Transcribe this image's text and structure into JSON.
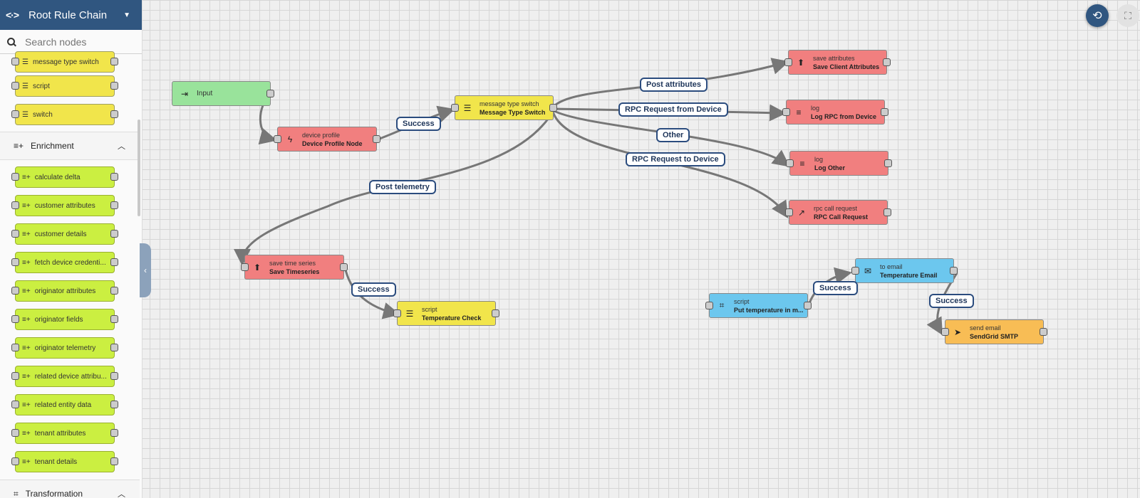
{
  "header": {
    "title": "Root Rule Chain"
  },
  "search": {
    "placeholder": "Search nodes"
  },
  "sidebar": {
    "filter_items": [
      "message type switch",
      "script",
      "switch"
    ],
    "sections": {
      "enrichment": "Enrichment",
      "transformation": "Transformation"
    },
    "enrichment_items": [
      "calculate delta",
      "customer attributes",
      "customer details",
      "fetch device credenti...",
      "originator attributes",
      "originator fields",
      "originator telemetry",
      "related device attribu...",
      "related entity data",
      "tenant attributes",
      "tenant details"
    ]
  },
  "nodes": {
    "input": {
      "label": "Input"
    },
    "device_profile": {
      "type": "device profile",
      "name": "Device Profile Node"
    },
    "msg_type_switch": {
      "type": "message type switch",
      "name": "Message Type Switch"
    },
    "save_attributes": {
      "type": "save attributes",
      "name": "Save Client Attributes"
    },
    "log_rpc": {
      "type": "log",
      "name": "Log RPC from Device"
    },
    "log_other": {
      "type": "log",
      "name": "Log Other"
    },
    "rpc_call": {
      "type": "rpc call request",
      "name": "RPC Call Request"
    },
    "save_ts": {
      "type": "save time series",
      "name": "Save Timeseries"
    },
    "temp_check": {
      "type": "script",
      "name": "Temperature Check"
    },
    "transform_script": {
      "type": "script",
      "name": "Put temperature in m..."
    },
    "to_email": {
      "type": "to email",
      "name": "Temperature Email"
    },
    "send_email": {
      "type": "send email",
      "name": "SendGrid SMTP"
    }
  },
  "edge_labels": {
    "success1": "Success",
    "post_attributes": "Post attributes",
    "rpc_from_device": "RPC Request from Device",
    "other": "Other",
    "rpc_to_device": "RPC Request to Device",
    "post_telemetry": "Post telemetry",
    "success2": "Success",
    "success3": "Success",
    "success4": "Success"
  },
  "colors": {
    "header": "#305680",
    "input_node": "#99e39b",
    "action_node": "#f17f7f",
    "filter_node": "#f1e54b",
    "enrichment_node": "#cbef41",
    "external_node": "#6cc7ee",
    "email_node": "#f8bd55",
    "edge": "#777777",
    "label_border": "#2b4c7e"
  },
  "icons": {
    "header": "code-icon",
    "search": "search-icon",
    "filter": "filter-icon",
    "enrichment": "playlist-add-icon",
    "transformation": "crop-icon",
    "history": "history-icon",
    "fullscreen": "fullscreen-icon"
  }
}
